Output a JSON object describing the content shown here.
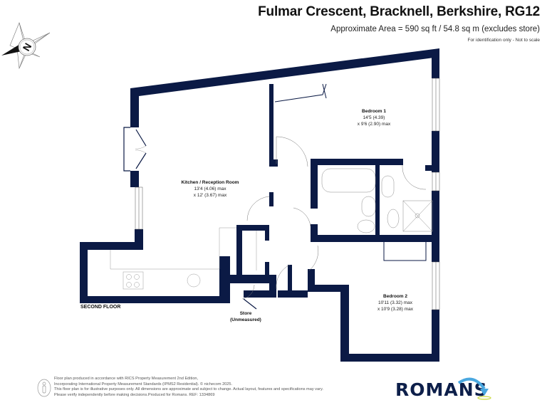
{
  "header": {
    "title": "Fulmar Crescent, Bracknell, Berkshire, RG12",
    "area": "Approximate Area = 590 sq ft / 54.8 sq m (excludes store)",
    "disclaimer": "For identification only - Not to scale"
  },
  "compass": {
    "icon": "compass-north-icon",
    "letter": "N"
  },
  "floor": {
    "label": "SECOND FLOOR"
  },
  "rooms": [
    {
      "name": "Kitchen / Reception Room",
      "dim1": "13'4 (4.06) max",
      "dim2": "x 12' (3.67) max"
    },
    {
      "name": "Bedroom 1",
      "dim1": "14'5 (4.39)",
      "dim2": "x 9'6 (2.90) max"
    },
    {
      "name": "Bedroom 2",
      "dim1": "10'11 (3.32) max",
      "dim2": "x 10'9 (3.28) max"
    },
    {
      "name": "Store",
      "dim1": "(Unmeasured)"
    }
  ],
  "footer": {
    "lines": [
      "Floor plan produced in accordance with RICS Property Measurement 2nd Edition,",
      "Incorporating International Property Measurement Standards (IPMS2 Residential).   © nichecom 2025.",
      "This floor plan is for illustrative purposes only. All dimensions are approximate and subject to change. Actual layout, features and specifications may vary.",
      "Please verify independently before making decisions.Produced for Romans.    REF:   1334869"
    ]
  },
  "brand": {
    "name": "Romans",
    "primary_color": "#0d1f4a",
    "accent_color": "#4aa8e0",
    "wall_color": "#0b1a45"
  }
}
